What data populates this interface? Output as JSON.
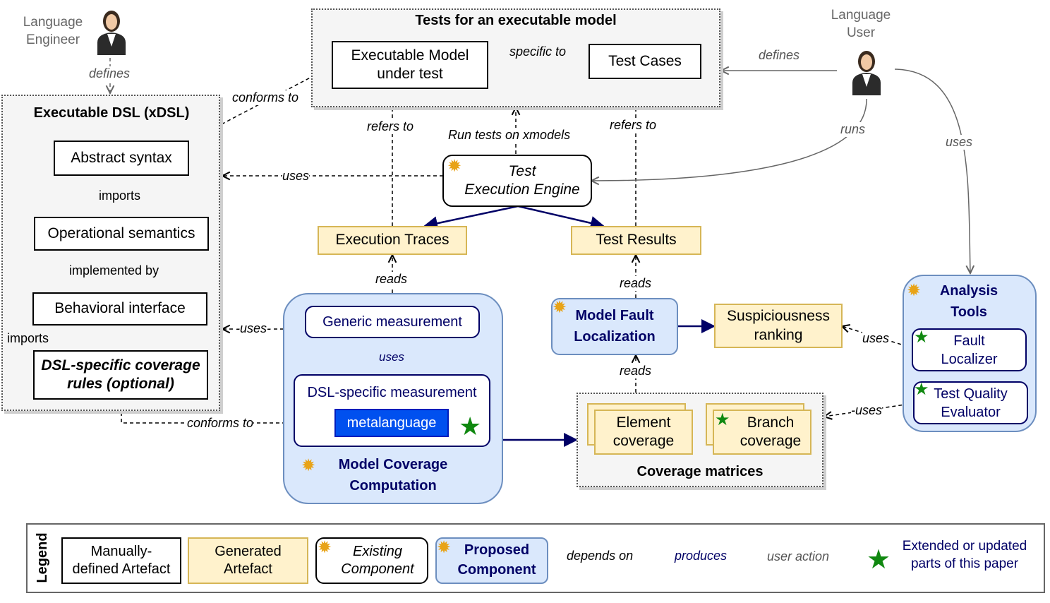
{
  "actors": {
    "engineer": "Language\nEngineer",
    "user": "Language\nUser"
  },
  "tests_container": {
    "title": "Tests for an executable model",
    "model_under_test": "Executable Model\nunder test",
    "test_cases": "Test Cases"
  },
  "xdsl": {
    "title": "Executable DSL (xDSL)",
    "abstract_syntax": "Abstract syntax",
    "operational_semantics": "Operational semantics",
    "behavioral_interface": "Behavioral interface",
    "coverage_rules": "DSL-specific coverage\nrules (optional)",
    "imports_1": "imports",
    "implemented_by": "implemented by",
    "imports_2": "imports"
  },
  "engine": "Test\nExecution Engine",
  "artifacts": {
    "execution_traces": "Execution Traces",
    "test_results": "Test Results",
    "suspiciousness": "Suspiciousness\nranking",
    "element_coverage": "Element\ncoverage",
    "branch_coverage": "Branch\ncoverage",
    "coverage_matrices": "Coverage matrices"
  },
  "coverage_computation": {
    "generic": "Generic measurement",
    "dsl_specific": "DSL-specific measurement",
    "metalanguage": "metalanguage",
    "title": "Model Coverage\nComputation",
    "uses": "uses"
  },
  "fault_localization": "Model Fault\nLocalization",
  "analysis_tools": {
    "title": "Analysis\nTools",
    "fault_localizer": "Fault\nLocalizer",
    "quality_evaluator": "Test Quality\nEvaluator"
  },
  "edge_labels": {
    "defines_engineer": "defines",
    "defines_user": "defines",
    "conforms_to_top": "conforms to",
    "specific_to": "specific to",
    "refers_to_left": "refers to",
    "run_tests": "Run tests on xmodels",
    "refers_to_right": "refers to",
    "runs": "runs",
    "uses_user": "uses",
    "uses_engine": "uses",
    "uses_coverage": "-uses-",
    "reads_traces": "reads",
    "reads_results": "reads",
    "reads_matrices": "reads",
    "uses_fault": "uses",
    "uses_quality": "-uses",
    "conforms_to_bottom": "conforms to"
  },
  "legend": {
    "title": "Legend",
    "manual": "Manually-\ndefined Artefact",
    "generated": "Generated\nArtefact",
    "existing": "Existing\nComponent",
    "proposed": "Proposed\nComponent",
    "depends_on": "depends on",
    "produces": "produces",
    "user_action": "user action",
    "extended": "Extended or updated\nparts of this paper"
  },
  "colors": {
    "generated_fill": "#fff2cc",
    "generated_border": "#d6b656",
    "proposed_fill": "#dae8fc",
    "proposed_border": "#6c8ebf",
    "navy": "#000066",
    "metalanguage_fill": "#0050ef",
    "star": "#108810",
    "gear": "#e8a317"
  }
}
